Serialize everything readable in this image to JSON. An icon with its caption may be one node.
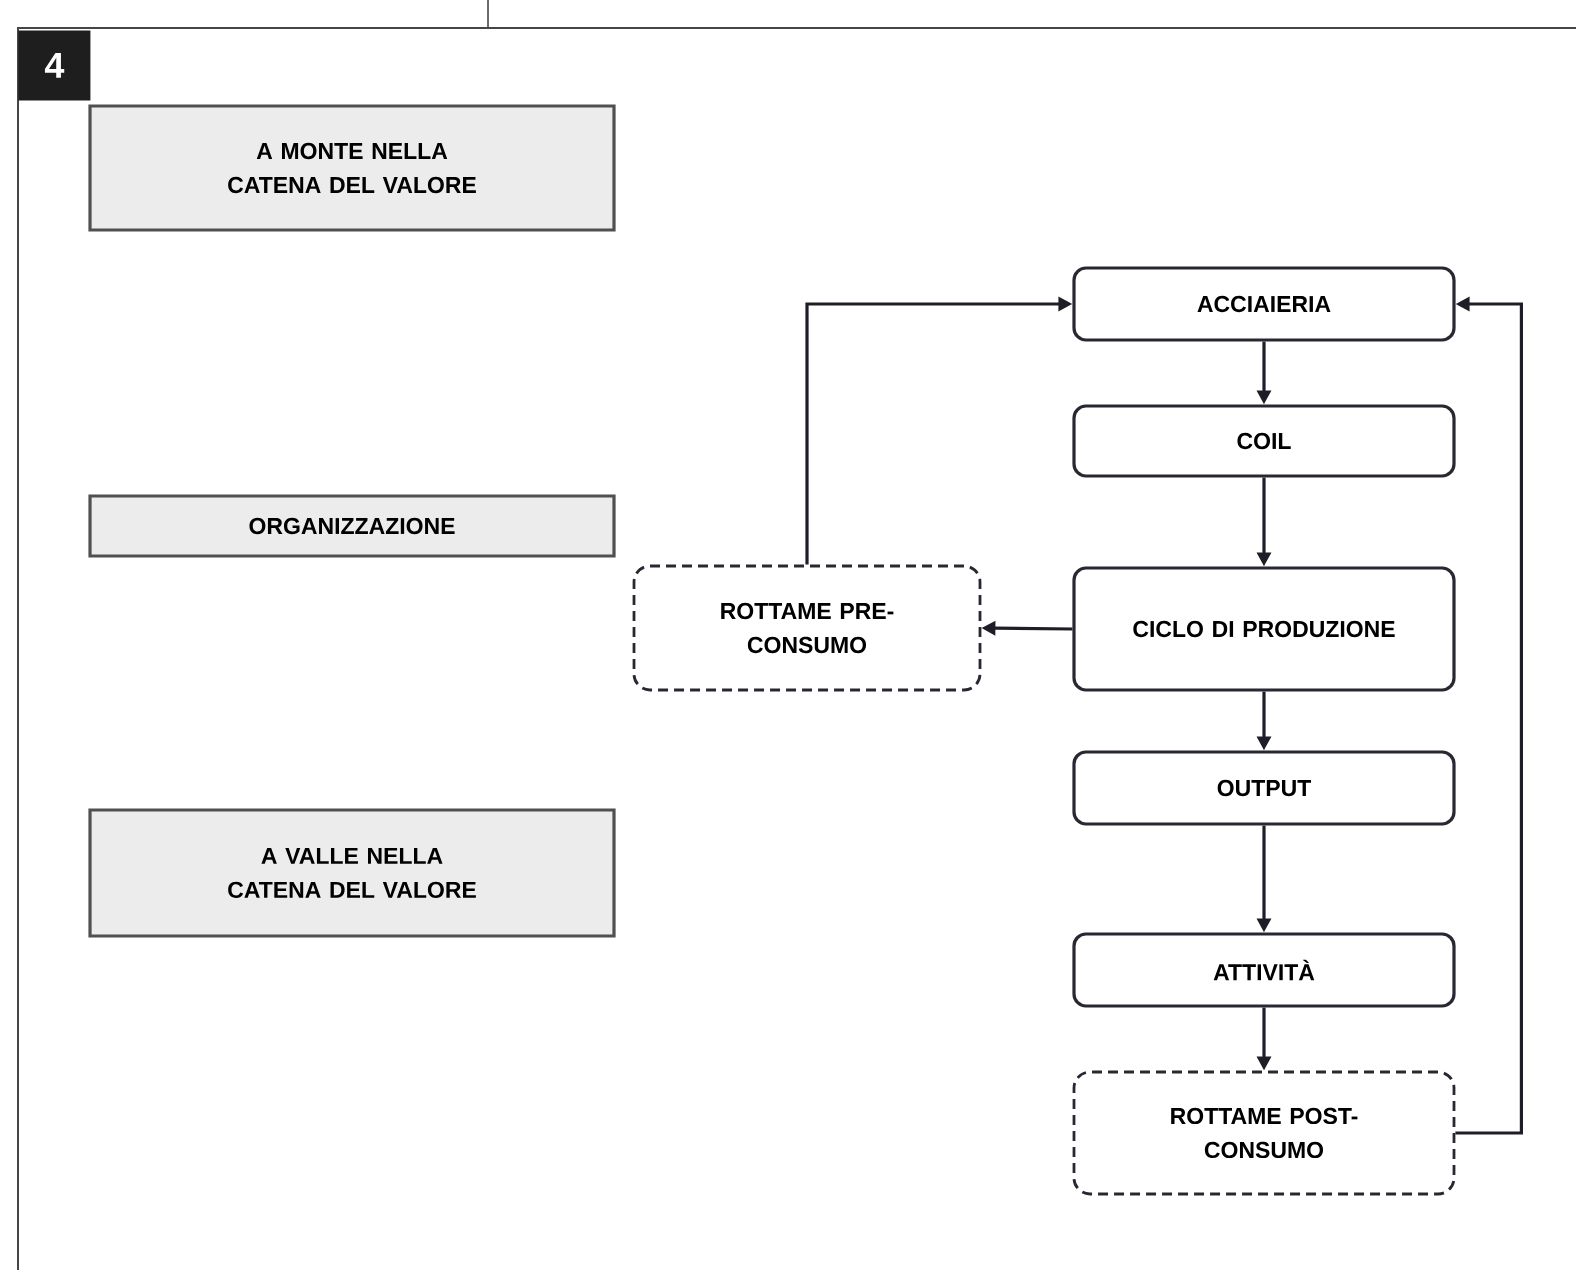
{
  "diagram": {
    "nodes": [
      {
        "text": [
          "A MONTE NELLA CATENA DEL VALORE"
        ]
      },
      {
        "text": [
          "ORGANIZZAZIONE"
        ]
      },
      {
        "text": [
          "A VALLE NELLA CATENA DEL VALORE"
        ]
      },
      {
        "text": [
          "ACCIAIERIA"
        ]
      },
      {
        "text": [
          "COIL"
        ]
      },
      {
        "text": [
          "ROTTAME PRE-CONSUMO"
        ]
      },
      {
        "text": [
          "CICLO DI PRODUZIONE"
        ]
      },
      {
        "text": [
          "OUTPUT"
        ]
      },
      {
        "text": [
          "ATTIVITÀ"
        ]
      },
      {
        "text": [
          "ROTTAME POST-CONSUMO"
        ]
      }
    ],
    "edges": [
      {
        "from": 3,
        "to": 4,
        "arrow": "to"
      },
      {
        "from": 4,
        "to": 6,
        "arrow": "to"
      },
      {
        "from": 6,
        "to": 5,
        "arrow": "to"
      },
      {
        "from": 5,
        "to": 3,
        "arrow": "to"
      },
      {
        "from": 6,
        "to": 7,
        "arrow": "to"
      },
      {
        "from": 7,
        "to": 8,
        "arrow": "to"
      },
      {
        "from": 8,
        "to": 9,
        "arrow": "to"
      },
      {
        "from": 9,
        "to": 3,
        "arrow": "to"
      }
    ],
    "labels": [
      "4"
    ]
  }
}
